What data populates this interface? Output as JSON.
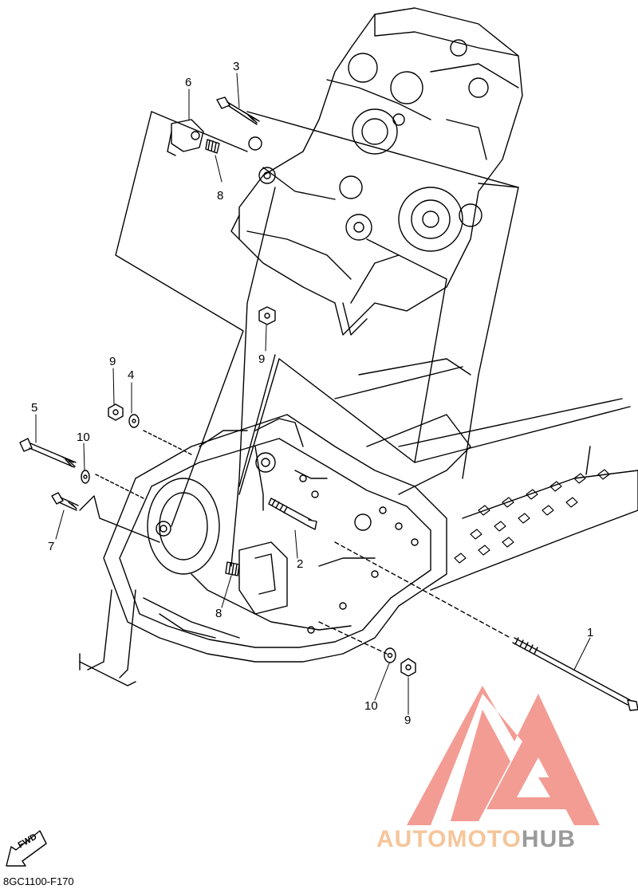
{
  "callouts": [
    {
      "label": "1"
    },
    {
      "label": "2"
    },
    {
      "label": "3"
    },
    {
      "label": "4"
    },
    {
      "label": "5"
    },
    {
      "label": "6"
    },
    {
      "label": "7"
    },
    {
      "label": "8"
    },
    {
      "label": "8"
    },
    {
      "label": "9"
    },
    {
      "label": "9"
    },
    {
      "label": "9"
    },
    {
      "label": "10"
    },
    {
      "label": "10"
    }
  ],
  "fwd_label": "FWD",
  "diagram_code": "8GC1100-F170",
  "watermark": {
    "part1": "AUTOMOTO",
    "part2": "HUB",
    "colors": {
      "logo": "#f28b82",
      "text1": "#f6c59a",
      "text2": "#9a9a9a"
    }
  }
}
